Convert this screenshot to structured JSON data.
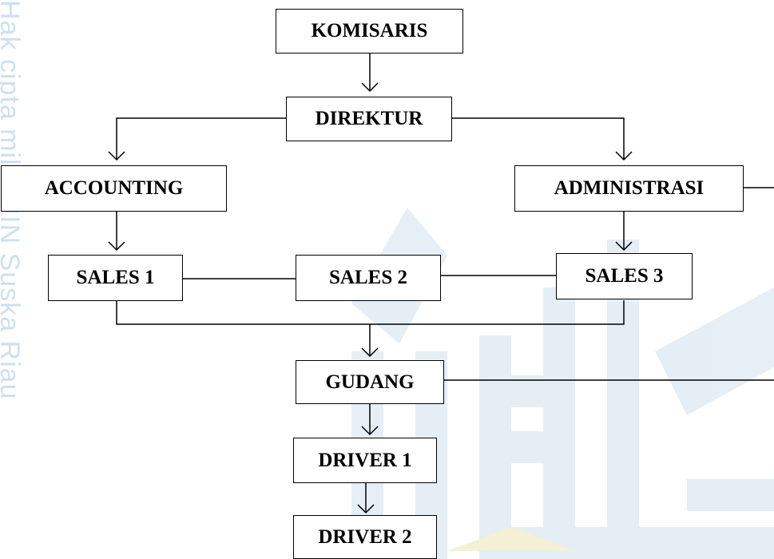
{
  "side_text": "Hak cipta milik UIN Suska Riau",
  "colors": {
    "line": "#000000",
    "watermark": "#bcd3e2",
    "side_text": "#cfe0ee"
  },
  "nodes": {
    "komisaris": "KOMISARIS",
    "direktur": "DIREKTUR",
    "accounting": "ACCOUNTING",
    "administrasi": "ADMINISTRASI",
    "sales1": "SALES 1",
    "sales2": "SALES 2",
    "sales3": "SALES 3",
    "gudang": "GUDANG",
    "driver1": "DRIVER 1",
    "driver2": "DRIVER 2"
  }
}
